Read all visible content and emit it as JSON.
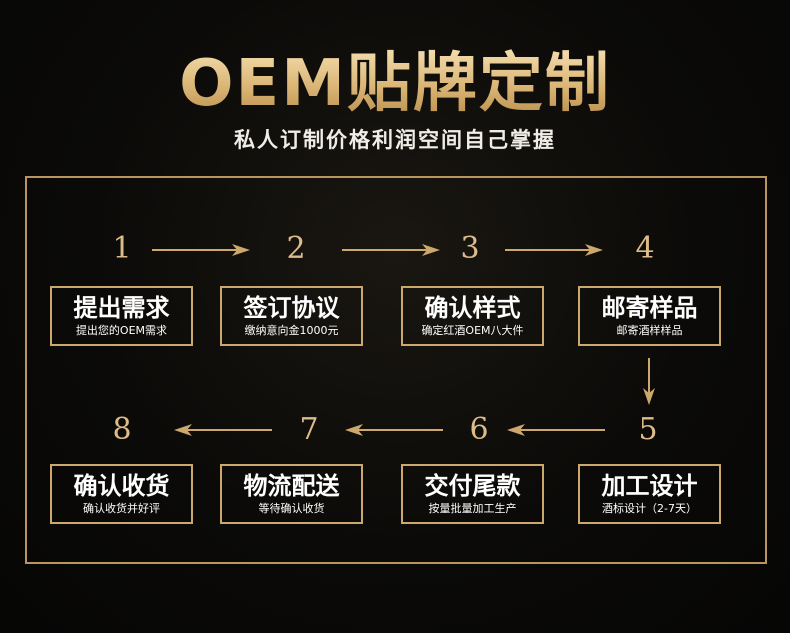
{
  "title": "OEM贴牌定制",
  "subtitle": "私人订制价格利润空间自己掌握",
  "colors": {
    "gold": "#cda86c",
    "background": "#0b0a08"
  },
  "steps": [
    {
      "number": "1",
      "title": "提出需求",
      "desc": "提出您的OEM需求"
    },
    {
      "number": "2",
      "title": "签订协议",
      "desc": "缴纳意向金1000元"
    },
    {
      "number": "3",
      "title": "确认样式",
      "desc": "确定红酒OEM八大件"
    },
    {
      "number": "4",
      "title": "邮寄样品",
      "desc": "邮寄酒样样品"
    },
    {
      "number": "5",
      "title": "加工设计",
      "desc": "酒标设计（2-7天）"
    },
    {
      "number": "6",
      "title": "交付尾款",
      "desc": "按量批量加工生产"
    },
    {
      "number": "7",
      "title": "物流配送",
      "desc": "等待确认收货"
    },
    {
      "number": "8",
      "title": "确认收货",
      "desc": "确认收货并好评"
    }
  ]
}
